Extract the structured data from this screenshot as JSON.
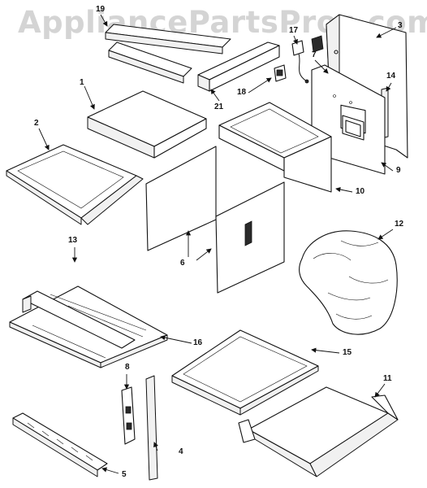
{
  "watermark": "AppliancePartsPros.com",
  "callouts": [
    "1",
    "2",
    "3",
    "4",
    "5",
    "6",
    "7",
    "8",
    "9",
    "10",
    "11",
    "12",
    "13",
    "14",
    "15",
    "16",
    "17",
    "18",
    "19",
    "21"
  ]
}
